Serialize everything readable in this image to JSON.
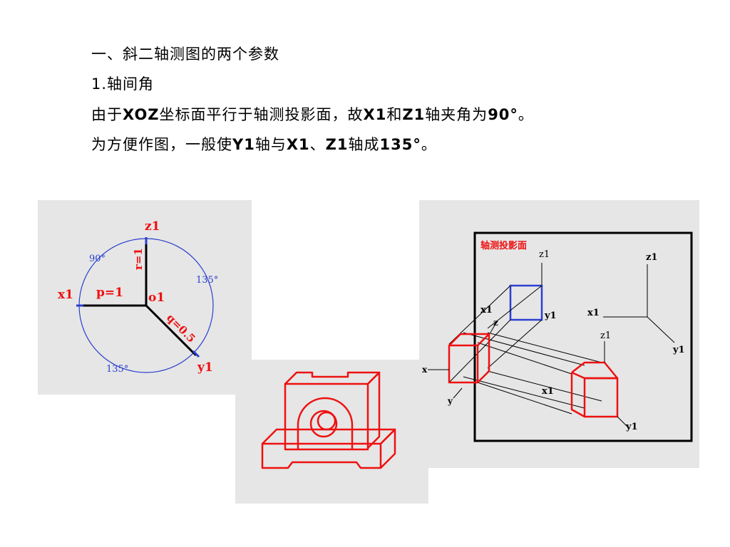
{
  "text": {
    "heading": "一、斜二轴测图的两个参数",
    "subheading": "1.轴间角",
    "para1": [
      "由于",
      "XOZ",
      "坐标面平行于轴测投影面，故",
      "X1",
      "和",
      "Z1",
      "轴夹角为",
      "90°",
      "。"
    ],
    "para2": [
      "为方便作图，一般使",
      "Y1",
      "轴与",
      "X1",
      "、",
      "Z1",
      "轴成",
      "135°",
      "。"
    ]
  },
  "axes_diagram": {
    "z_label": "z1",
    "x_label": "x1",
    "y_label": "y1",
    "o_label": "o1",
    "r_label": "r=1",
    "p_label": "p=1",
    "q_label": "q=0.5",
    "angle_90": "90°",
    "angle_135_right": "135°",
    "angle_135_bottom": "135°"
  },
  "projection_diagram": {
    "plane_label": "轴测投影面",
    "z_label": "z1",
    "x_label": "x1",
    "y_label": "y1",
    "z_small": "z",
    "x_small": "x",
    "y_small": "y",
    "x1_small": "x1",
    "z1_box": "z1",
    "y1_box": "y1",
    "axes_z": "z1",
    "axes_x": "x1",
    "axes_y": "y1"
  },
  "colors": {
    "blue": "#2a3fcf",
    "red": "#ee1111",
    "black": "#000000",
    "panel": "#e6e6e6"
  }
}
